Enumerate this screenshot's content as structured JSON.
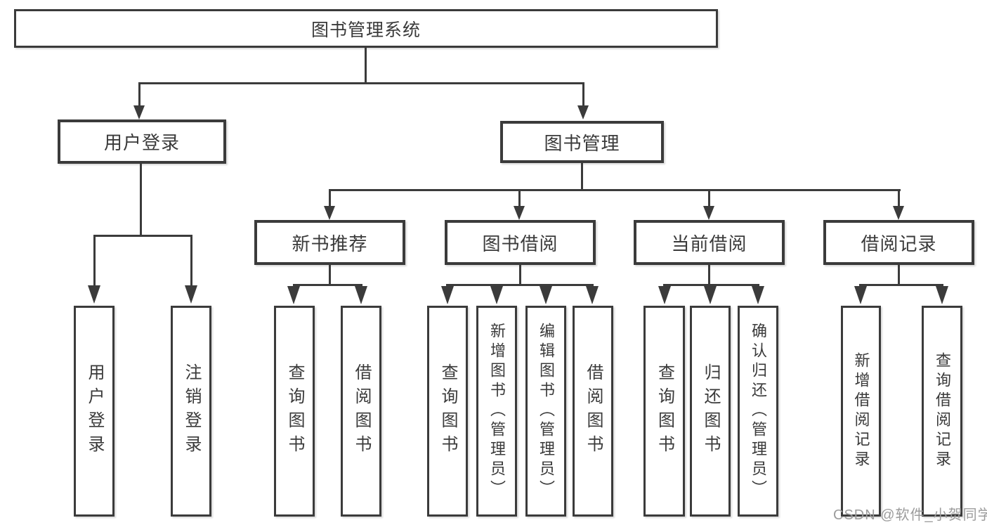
{
  "diagram": {
    "root": {
      "label": "图书管理系统"
    },
    "level2": [
      {
        "label": "用户登录"
      },
      {
        "label": "图书管理"
      }
    ],
    "level3": [
      {
        "label": "新书推荐"
      },
      {
        "label": "图书借阅"
      },
      {
        "label": "当前借阅"
      },
      {
        "label": "借阅记录"
      }
    ],
    "leaves": [
      {
        "label": "用户登录"
      },
      {
        "label": "注销登录"
      },
      {
        "label": "查询图书"
      },
      {
        "label": "借阅图书"
      },
      {
        "label": "查询图书"
      },
      {
        "label": "新增图书（管理员）"
      },
      {
        "label": "编辑图书（管理员）"
      },
      {
        "label": "借阅图书"
      },
      {
        "label": "查询图书"
      },
      {
        "label": "归还图书"
      },
      {
        "label": "确认归还（管理员）"
      },
      {
        "label": "新增借阅记录"
      },
      {
        "label": "查询借阅记录"
      }
    ]
  },
  "watermark": "CSDN @软件_小贺同学",
  "colors": {
    "line": "#3b3b3b",
    "text": "#3a3a3a",
    "watermark": "#9c9c9c",
    "background": "#ffffff"
  }
}
